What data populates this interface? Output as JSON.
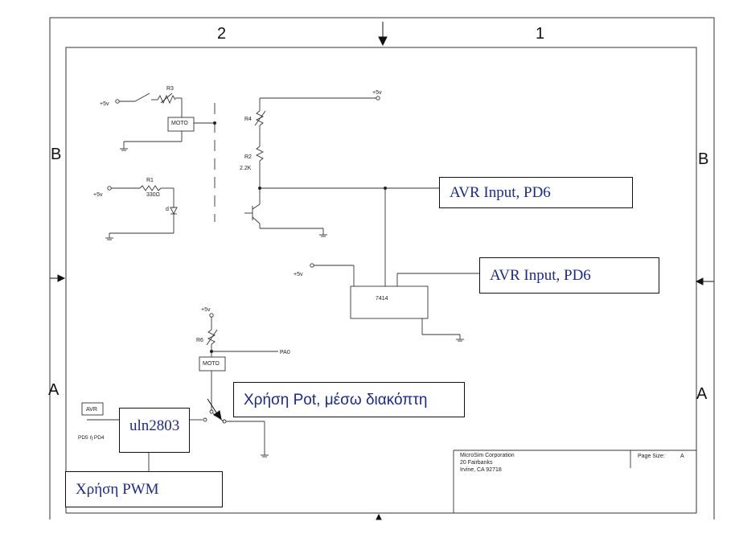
{
  "border": {
    "top_zones": [
      "2",
      "1"
    ],
    "side_zones": [
      "B",
      "A"
    ]
  },
  "components": {
    "r3": "R3",
    "r4": "R4",
    "r2": "R2",
    "r2_value": "2.2K",
    "r1": "R1",
    "r1_value": "330Ω",
    "d": "d",
    "r6": "R6",
    "moto": "MOTO",
    "ic_7414": "7414",
    "avr_box": "AVR",
    "supply": "+5v",
    "pa0": "PA0",
    "pd_label": "PD5 ή PD4"
  },
  "callouts": {
    "avr_input_1": "AVR Input, PD6",
    "avr_input_2": "AVR Input, PD6",
    "pot_switch": "Χρήση Pot, μέσω διακόπτη",
    "uln": "uln2803",
    "pwm": "Χρήση PWM"
  },
  "title_block": {
    "company": "MicroSim Corporation",
    "address1": "20 Fairbanks",
    "address2": "Irvine, CA  92718",
    "page_size_label": "Page Size:",
    "page_size_value": "A"
  }
}
